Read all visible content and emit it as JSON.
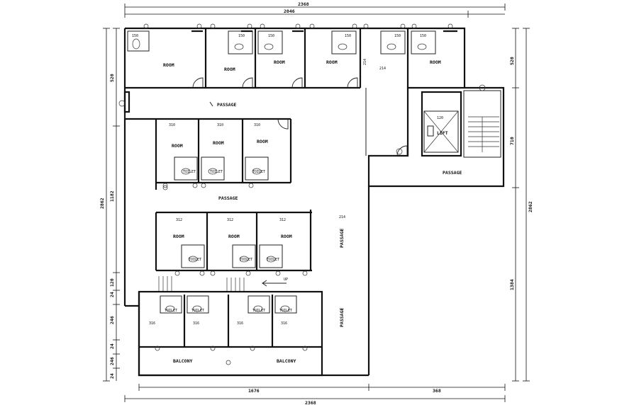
{
  "dimensions": {
    "top_overall": "2368",
    "top_inner": "2046",
    "bottom_left": "1676",
    "bottom_right": "368",
    "bottom_overall": "2368",
    "left_overall": "2862",
    "left_mid": "1182",
    "left_top": "520",
    "left_a": "24",
    "left_b": "120",
    "left_c": "246",
    "left_d": "24",
    "left_e": "246",
    "left_f": "24",
    "right_overall": "2862",
    "right_top": "520",
    "right_mid": "710",
    "right_low": "1384"
  },
  "labels": {
    "room": "ROOM",
    "passage": "PASSAGE",
    "lift": "LIFT",
    "lift_size": "120",
    "balcony": "BALCONY",
    "toilet": "TOILET",
    "up": "UP",
    "room_size_a": "310",
    "room_size_b": "312",
    "room_size_c": "316",
    "bath_size": "150",
    "side_size": "214"
  }
}
